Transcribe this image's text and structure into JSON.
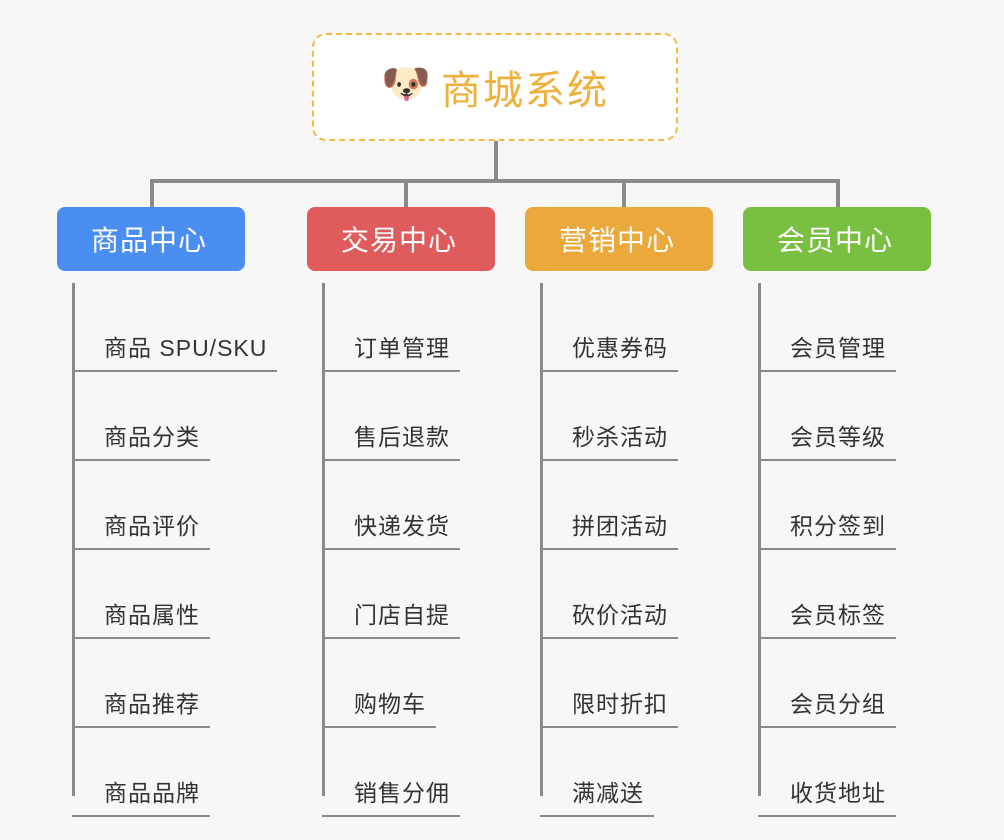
{
  "canvas": {
    "background": "#f7f7f7",
    "line_color": "#8a8a8a"
  },
  "root": {
    "icon": "dog-face-emoji",
    "icon_glyph": "🐶",
    "title": "商城系统",
    "text_color": "#f0b03c",
    "border_color": "#f3b942"
  },
  "categories": [
    {
      "label": "商品中心",
      "color": "#4a8ef2",
      "items": [
        "商品 SPU/SKU",
        "商品分类",
        "商品评价",
        "商品属性",
        "商品推荐",
        "商品品牌"
      ]
    },
    {
      "label": "交易中心",
      "color": "#e05c5c",
      "items": [
        "订单管理",
        "售后退款",
        "快递发货",
        "门店自提",
        "购物车",
        "销售分佣"
      ]
    },
    {
      "label": "营销中心",
      "color": "#eaa93a",
      "items": [
        "优惠券码",
        "秒杀活动",
        "拼团活动",
        "砍价活动",
        "限时折扣",
        "满减送"
      ]
    },
    {
      "label": "会员中心",
      "color": "#78bf42",
      "items": [
        "会员管理",
        "会员等级",
        "积分签到",
        "会员标签",
        "会员分组",
        "收货地址"
      ]
    }
  ]
}
